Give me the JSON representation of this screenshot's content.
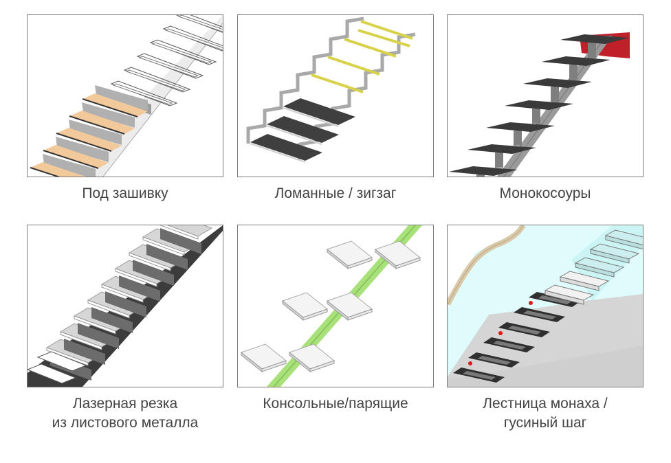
{
  "stair_types": [
    {
      "id": "under-cladding",
      "caption_lines": [
        "Под зашивку"
      ],
      "colors": {
        "tread": "#f2c99a",
        "frame": "#8a8a8a",
        "wall": "#ececec"
      }
    },
    {
      "id": "zigzag",
      "caption_lines": [
        "Ломанные / зигзаг"
      ],
      "colors": {
        "tread": "#3f3f3f",
        "bar": "#d8d24a",
        "stringer": "#a9a9a9"
      }
    },
    {
      "id": "mono-stringer",
      "caption_lines": [
        "Монокосоуры"
      ],
      "colors": {
        "tread": "#3a3a3a",
        "stringer": "#9a9a9a",
        "bracket": "#c0202a"
      }
    },
    {
      "id": "laser-cut",
      "caption_lines": [
        "Лазерная резка",
        "из листового металла"
      ],
      "colors": {
        "tread": "#d6d6d6",
        "stringer": "#3c3c3c"
      }
    },
    {
      "id": "cantilever",
      "caption_lines": [
        "Консольные/парящие"
      ],
      "colors": {
        "tread": "#f4f4f4",
        "beam": "#a8e07a"
      }
    },
    {
      "id": "monk-stair",
      "caption_lines": [
        "Лестница монаха /",
        "гусиный шаг"
      ],
      "colors": {
        "tread": "#2f2f2f",
        "glass": "#e0fbfb",
        "wall": "#d5d5d5",
        "rail": "#d9c9a8",
        "marker": "#e01818"
      }
    }
  ]
}
